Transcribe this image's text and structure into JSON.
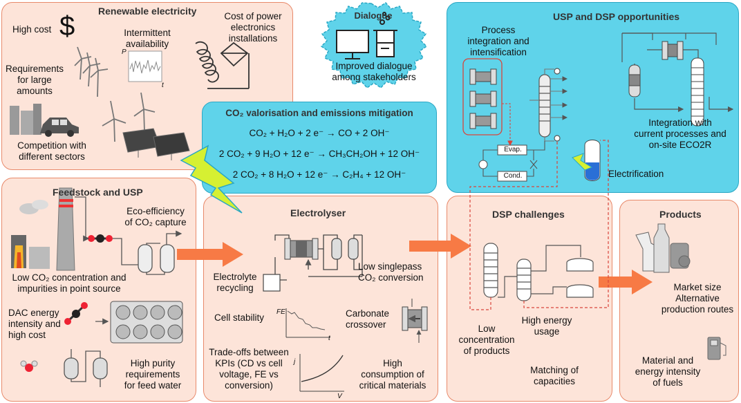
{
  "renewable": {
    "title": "Renewable electricity",
    "high_cost": "High cost",
    "dollar": "$",
    "intermittent_1": "Intermittent",
    "intermittent_2": "availability",
    "cost_power_1": "Cost of power",
    "cost_power_2": "electronics",
    "cost_power_3": "installations",
    "req_1": "Requirements",
    "req_2": "for large",
    "req_3": "amounts",
    "competition_1": "Competition with",
    "competition_2": "different sectors",
    "axis_p": "P",
    "axis_t": "t"
  },
  "dialogue": {
    "title": "Dialogue",
    "text_1": "Improved dialogue",
    "text_2": "among stakeholders"
  },
  "co2": {
    "title": "CO₂ valorisation and emissions mitigation",
    "eq1": "CO₂ + H₂O + 2 e⁻ → CO + 2 OH⁻",
    "eq2": "2 CO₂ + 9 H₂O + 12 e⁻ → CH₃CH₂OH + 12 OH⁻",
    "eq3": "2 CO₂ + 8 H₂O + 12 e⁻ → C₂H₄ + 12 OH⁻"
  },
  "usp_dsp": {
    "title": "USP and DSP opportunities",
    "process_1": "Process",
    "process_2": "integration and",
    "process_3": "intensification",
    "evap": "Evap.",
    "cond": "Cond.",
    "integration_1": "Integration with",
    "integration_2": "current processes and",
    "integration_3": "on-site ECO2R",
    "electrification": "Electrification"
  },
  "feedstock": {
    "title": "Feedstock and USP",
    "eco_1": "Eco-efficiency",
    "eco_2": "of CO₂ capture",
    "low_1": "Low CO₂ concentration and",
    "low_2": "impurities in point source",
    "dac_1": "DAC energy",
    "dac_2": "intensity and",
    "dac_3": "high cost",
    "purity_1": "High purity",
    "purity_2": "requirements",
    "purity_3": "for feed water"
  },
  "electrolyser": {
    "title": "Electrolyser",
    "recycling_1": "Electrolyte",
    "recycling_2": "recycling",
    "singlepass_1": "Low singlepass",
    "singlepass_2": "CO₂ conversion",
    "stability": "Cell stability",
    "fe": "FE",
    "t": "t",
    "carbonate_1": "Carbonate",
    "carbonate_2": "crossover",
    "tradeoff_1": "Trade-offs between",
    "tradeoff_2": "KPIs (CD vs cell",
    "tradeoff_3": "voltage, FE vs",
    "tradeoff_4": "conversion)",
    "j": "j",
    "v": "V",
    "critical_1": "High",
    "critical_2": "consumption of",
    "critical_3": "critical materials"
  },
  "dsp": {
    "title": "DSP challenges",
    "low_1": "Low",
    "low_2": "concentration",
    "low_3": "of products",
    "energy_1": "High energy",
    "energy_2": "usage",
    "matching_1": "Matching of",
    "matching_2": "capacities"
  },
  "products": {
    "title": "Products",
    "market": "Market size",
    "alt_1": "Alternative",
    "alt_2": "production routes",
    "material_1": "Material and",
    "material_2": "energy intensity",
    "material_3": "of fuels"
  },
  "colors": {
    "panel_fill": "#fde4d9",
    "panel_border": "#e8896a",
    "blue_fill": "#5fd3ea",
    "arrow": "#f77a45",
    "dashed": "#d9443b"
  }
}
